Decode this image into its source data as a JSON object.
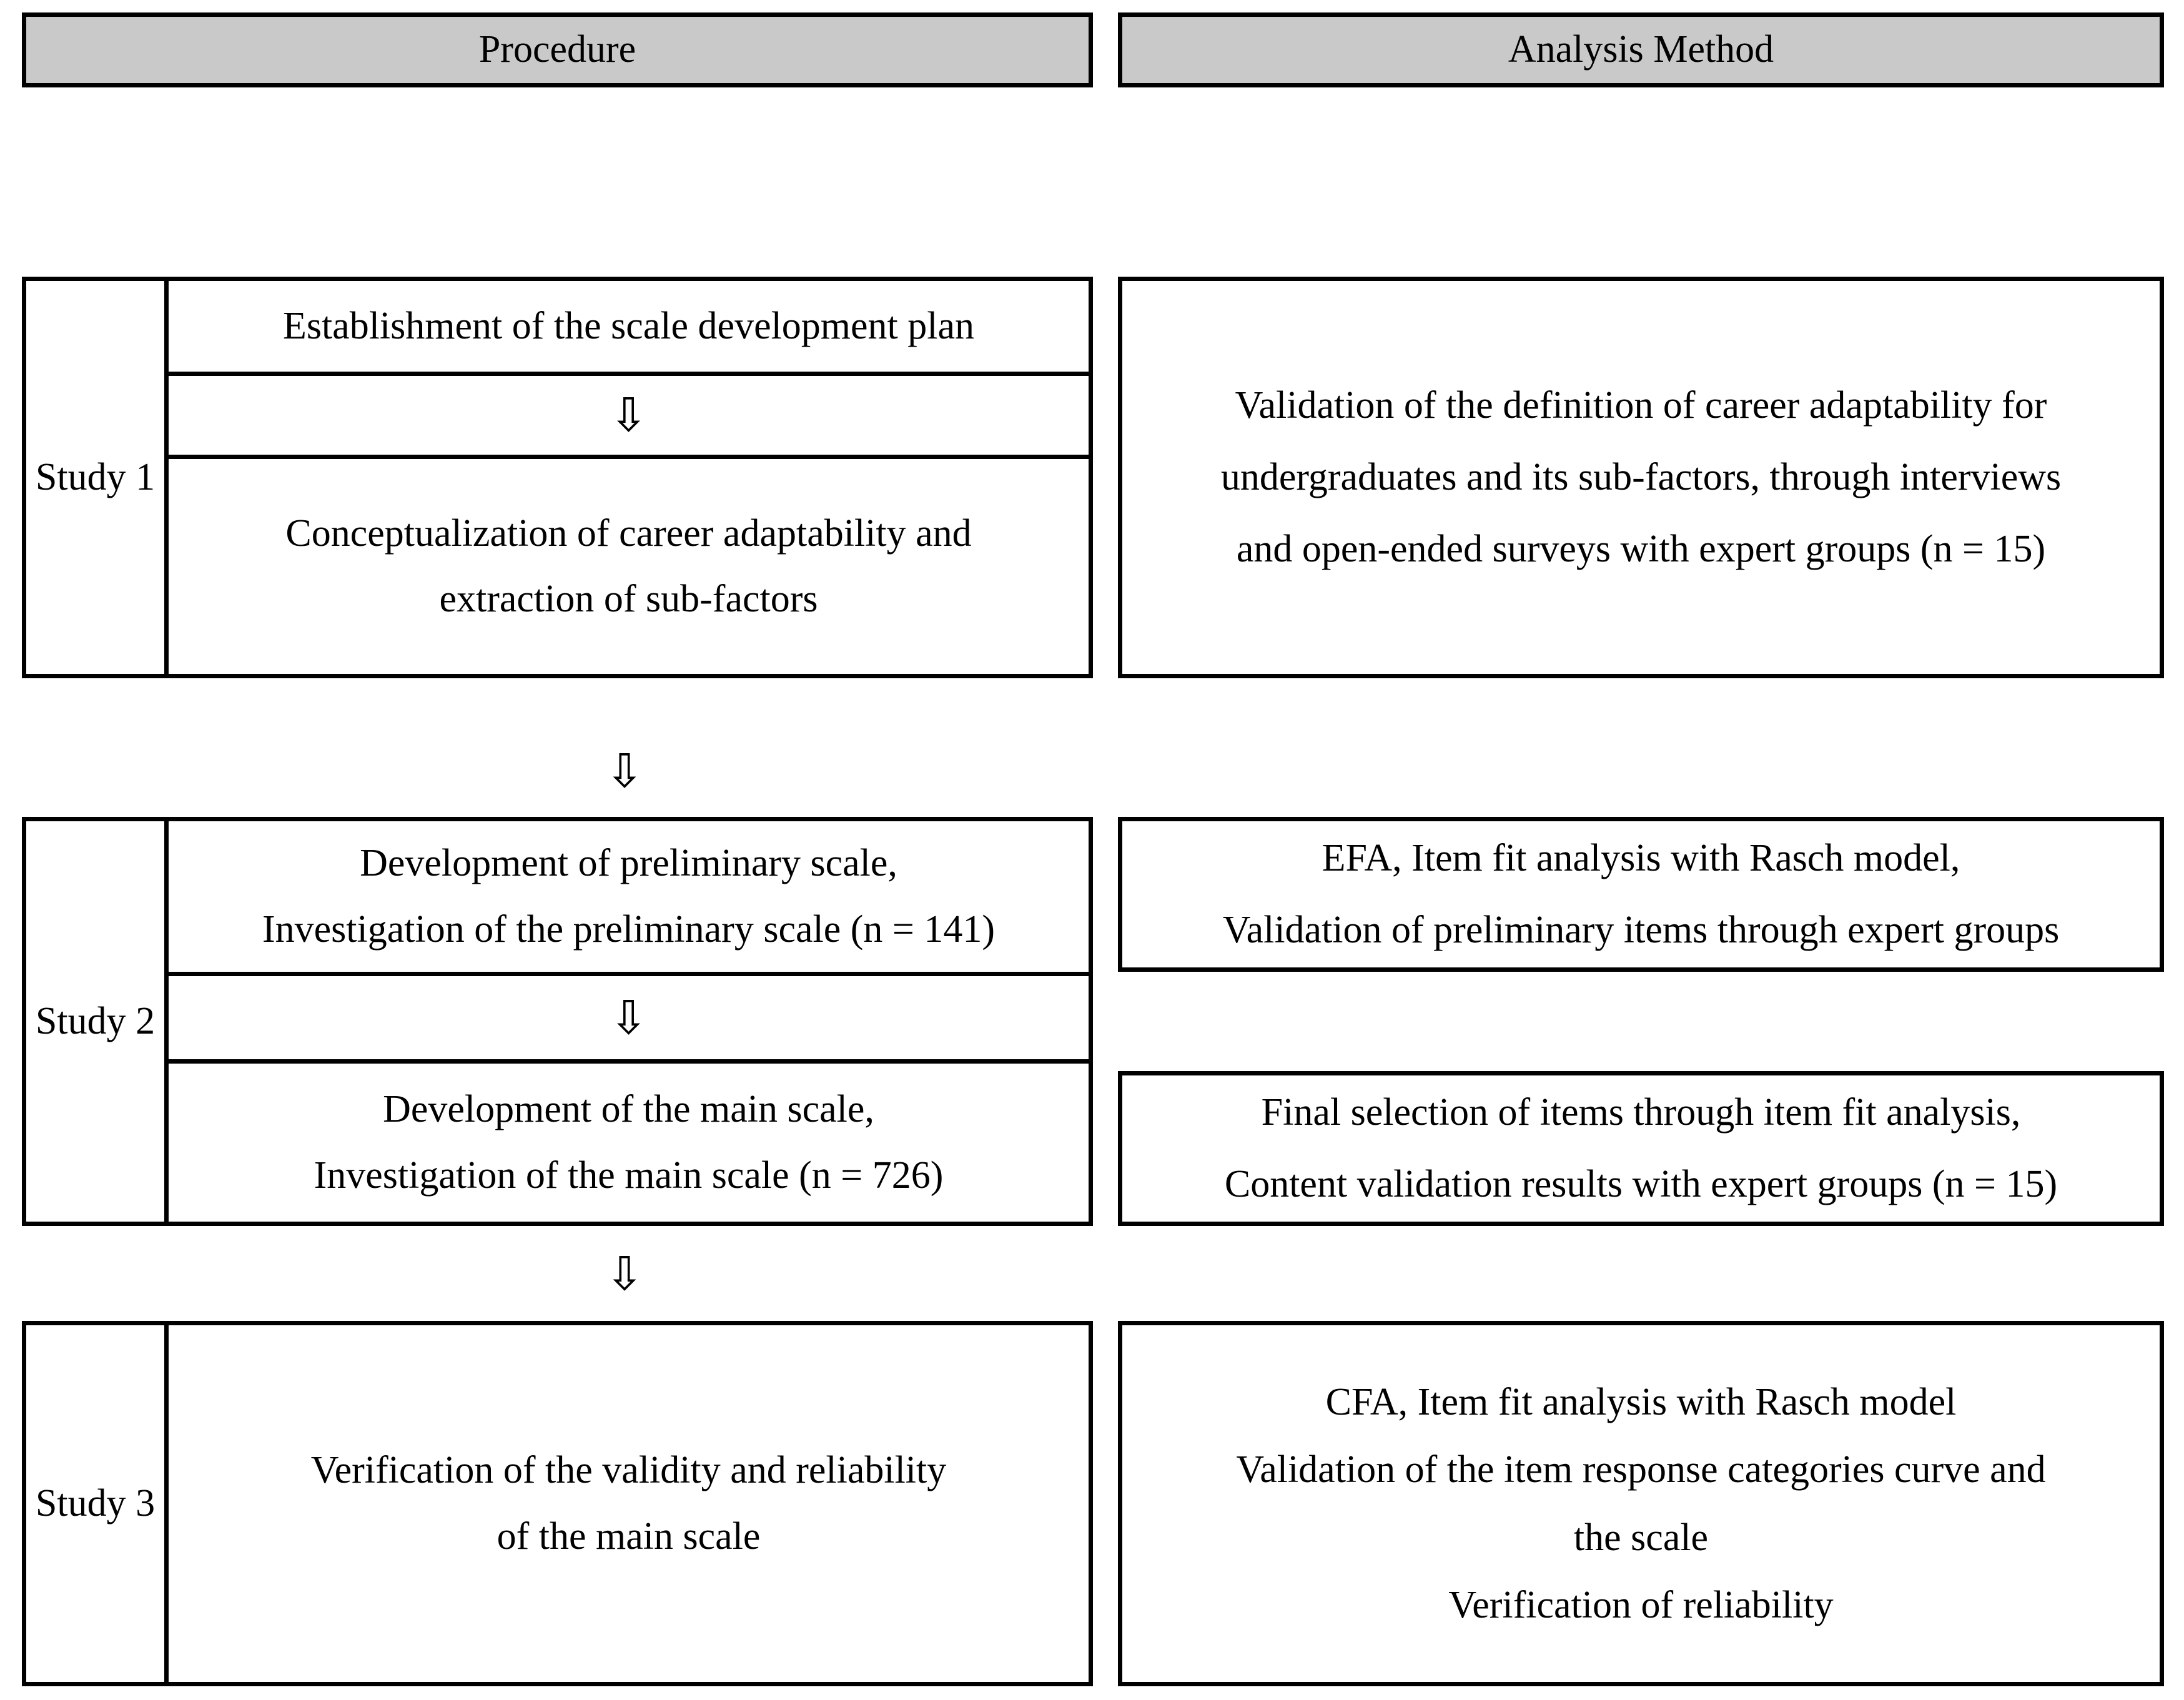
{
  "columns": {
    "procedure": {
      "title": "Procedure"
    },
    "analysis": {
      "title": "Analysis Method"
    }
  },
  "icons": {
    "down_arrow": "⇩"
  },
  "colors": {
    "header_fill": "#c9c9c9",
    "border": "#000000",
    "page_background": "#ffffff",
    "text": "#000000"
  },
  "studies": [
    {
      "label": "Study 1",
      "procedure_steps": [
        {
          "lines": [
            "Establishment of the scale development plan"
          ]
        },
        {
          "lines": [
            "Conceptualization of career adaptability and",
            "extraction of sub-factors"
          ]
        }
      ],
      "internal_arrow": "⇩",
      "analysis_lines": [
        "Validation of the definition of career adaptability for",
        "undergraduates and its sub-factors, through interviews",
        "and open-ended surveys with expert groups (n = 15)"
      ]
    },
    {
      "label": "Study 2",
      "procedure_steps": [
        {
          "lines": [
            "Development of preliminary scale,",
            "Investigation of the preliminary scale (n = 141)"
          ]
        },
        {
          "lines": [
            "Development of the main scale,",
            "Investigation of the main scale (n = 726)"
          ]
        }
      ],
      "internal_arrow": "⇩",
      "analysis_groups": [
        {
          "lines": [
            "EFA, Item fit analysis with Rasch model,",
            "Validation of preliminary items through expert groups"
          ]
        },
        {
          "lines": [
            "Final selection of items through item fit analysis,",
            "Content validation results with expert groups (n = 15)"
          ]
        }
      ]
    },
    {
      "label": "Study 3",
      "procedure_steps": [
        {
          "lines": [
            "Verification of the validity and reliability",
            "of the main scale"
          ]
        }
      ],
      "analysis_lines": [
        "CFA, Item fit analysis with Rasch model",
        "Validation of the item response categories curve and",
        "the scale",
        "Verification of reliability"
      ]
    }
  ],
  "connectors": [
    {
      "name": "study1-to-study2",
      "glyph": "⇩"
    },
    {
      "name": "study2-to-study3",
      "glyph": "⇩"
    }
  ]
}
